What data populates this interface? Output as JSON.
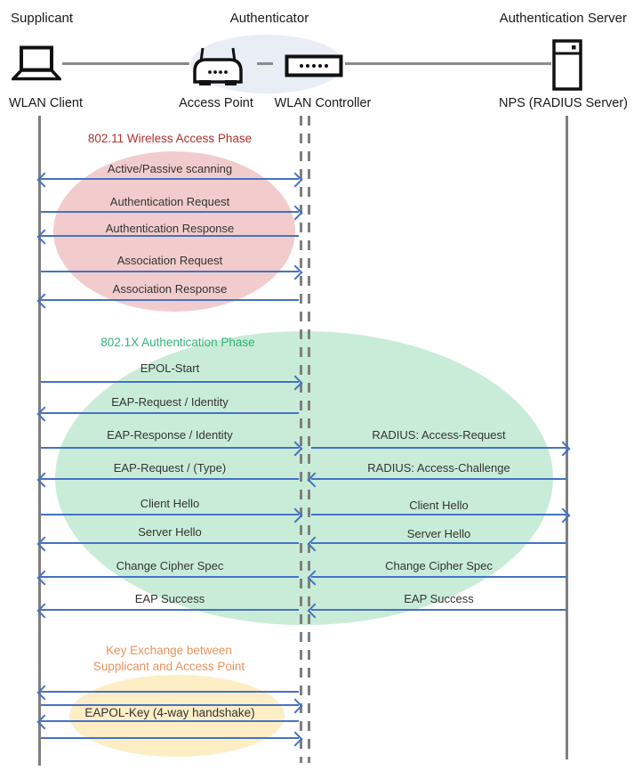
{
  "actors": {
    "supplicant": {
      "role_label": "Supplicant",
      "device_label": "WLAN Client",
      "icon": "laptop-icon"
    },
    "authenticator": {
      "role_label": "Authenticator",
      "access_point_label": "Access Point",
      "controller_label": "WLAN Controller",
      "icons": [
        "access-point-icon",
        "wlan-controller-icon"
      ]
    },
    "authentication_server": {
      "role_label": "Authentication Server",
      "device_label": "NPS (RADIUS Server)",
      "icon": "server-icon"
    }
  },
  "phases": [
    {
      "title": "802.11 Wireless Access Phase",
      "title_color": "#b02f2f",
      "ellipse_fill": "#f2cccc",
      "messages": [
        {
          "label": "Active/Passive scanning",
          "direction": "both"
        },
        {
          "label": "Authentication Request",
          "direction": "right"
        },
        {
          "label": "Authentication Response",
          "direction": "left"
        },
        {
          "label": "Association Request",
          "direction": "right"
        },
        {
          "label": "Association Response",
          "direction": "left"
        }
      ]
    },
    {
      "title": "802.1X Authentication Phase",
      "title_color": "#2fb573",
      "ellipse_fill": "#c9ecd8",
      "messages": [
        {
          "left": "EPOL-Start",
          "direction": "right"
        },
        {
          "left": "EAP-Request / Identity",
          "direction": "left"
        },
        {
          "left": "EAP-Response / Identity",
          "right": "RADIUS: Access-Request",
          "direction": "right"
        },
        {
          "left": "EAP-Request / (Type)",
          "right": "RADIUS: Access-Challenge",
          "direction": "left"
        },
        {
          "left": "Client Hello",
          "right": "Client Hello",
          "direction": "right"
        },
        {
          "left": "Server Hello",
          "right": "Server Hello",
          "direction": "left"
        },
        {
          "left": "Change Cipher Spec",
          "right": "Change Cipher Spec",
          "direction": "left"
        },
        {
          "left": "EAP Success",
          "right": "EAP Success",
          "direction": "left"
        }
      ]
    },
    {
      "title_line1": "Key Exchange between",
      "title_line2": "Supplicant and Access Point",
      "title_color": "#e8935a",
      "ellipse_fill": "#fdeec6",
      "messages": [
        {
          "label": "EAPOL-Key (4-way handshake)",
          "arrow_sequence": [
            "left",
            "right",
            "left",
            "right"
          ]
        }
      ]
    }
  ],
  "colors": {
    "arrow": "#4472c4",
    "lifeline": "#7f7f7f",
    "message_text": "#333333",
    "header_ellipse_fill": "#e9edf6"
  }
}
